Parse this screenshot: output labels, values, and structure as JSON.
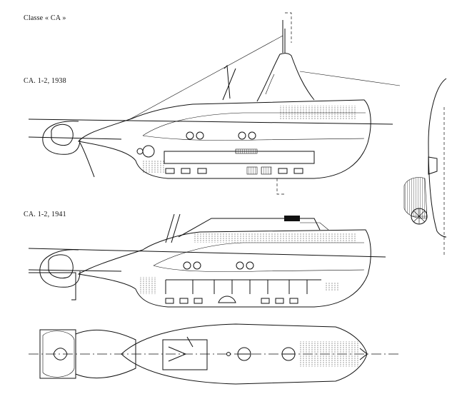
{
  "labels": {
    "class_title": "Classe « CA »",
    "profile_1938": "CA. 1-2, 1938",
    "profile_1941": "CA. 1-2, 1941"
  }
}
